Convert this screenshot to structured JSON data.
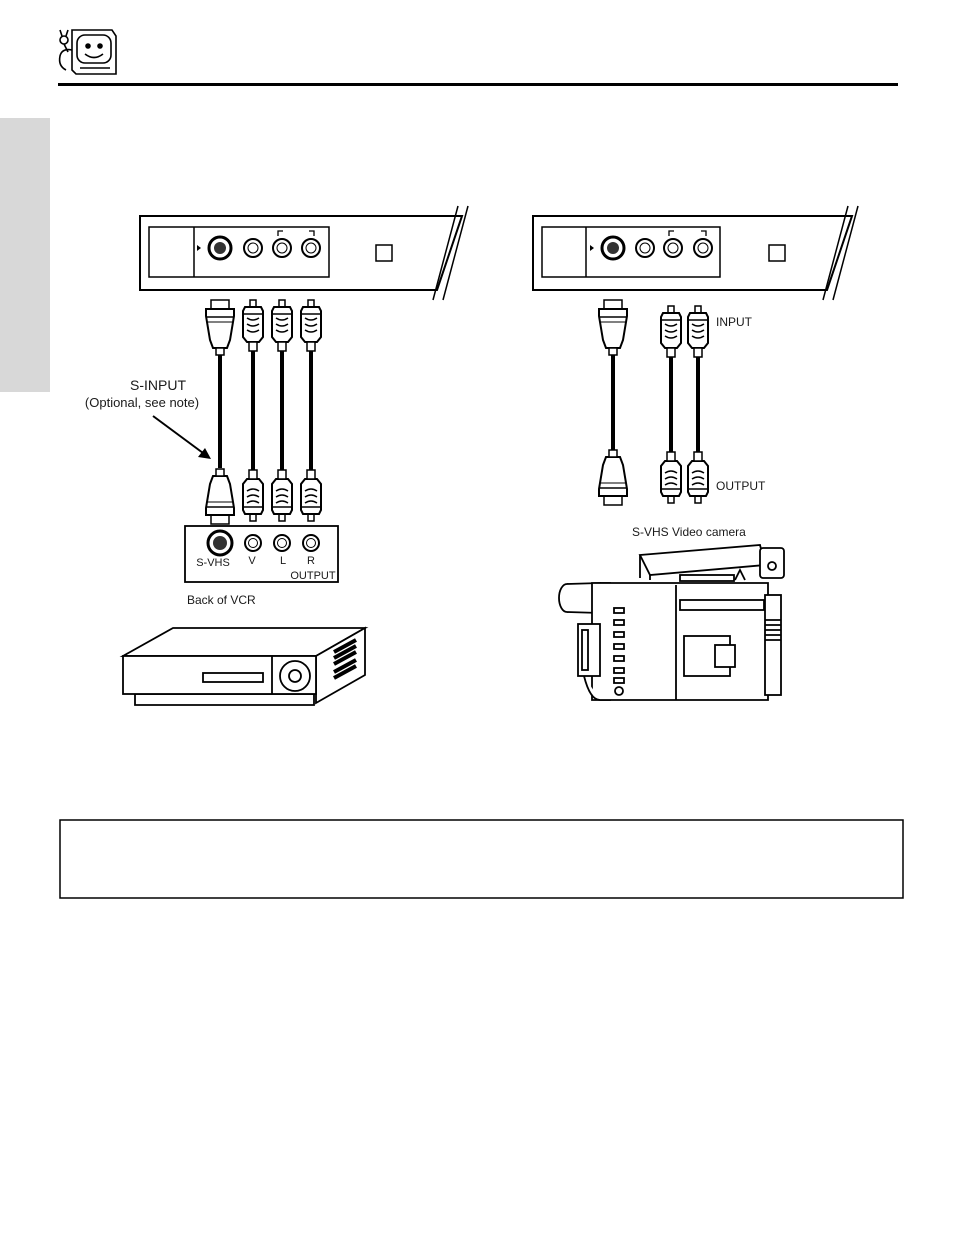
{
  "vcr_connection": {
    "s_input_label": "S-INPUT",
    "s_input_note": "(Optional, see note)",
    "port_labels": [
      "S-VHS",
      "V",
      "L",
      "R"
    ],
    "output_label": "OUTPUT",
    "device_caption": "Back of VCR"
  },
  "camera_connection": {
    "input_label": "INPUT",
    "output_label": "OUTPUT",
    "device_caption": "S-VHS Video camera"
  },
  "icons": {
    "header": "tv-mascot-icon",
    "vcr": "vcr-icon",
    "camera": "video-camera-icon"
  }
}
